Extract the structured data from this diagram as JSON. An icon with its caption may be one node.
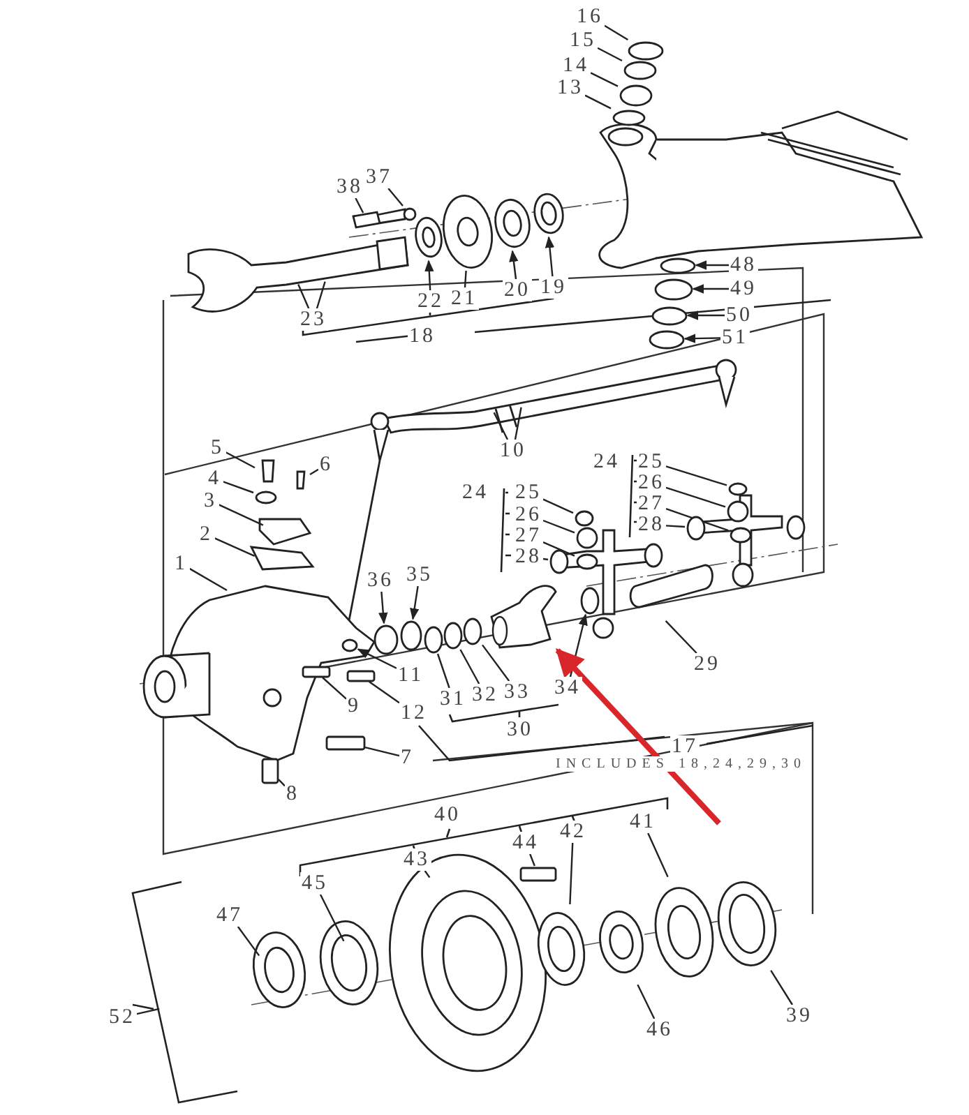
{
  "diagram": {
    "nodes": [
      {
        "text": [
          "16"
        ]
      },
      {
        "text": [
          "15"
        ]
      },
      {
        "text": [
          "14"
        ]
      },
      {
        "text": [
          "13"
        ]
      },
      {
        "text": [
          "38"
        ]
      },
      {
        "text": [
          "37"
        ]
      },
      {
        "text": [
          "22"
        ]
      },
      {
        "text": [
          "21"
        ]
      },
      {
        "text": [
          "20"
        ]
      },
      {
        "text": [
          "19"
        ]
      },
      {
        "text": [
          "23"
        ]
      },
      {
        "text": [
          "18"
        ]
      },
      {
        "text": [
          "48"
        ]
      },
      {
        "text": [
          "49"
        ]
      },
      {
        "text": [
          "50"
        ]
      },
      {
        "text": [
          "51"
        ]
      },
      {
        "text": [
          "10"
        ]
      },
      {
        "text": [
          "5"
        ]
      },
      {
        "text": [
          "6"
        ]
      },
      {
        "text": [
          "4"
        ]
      },
      {
        "text": [
          "3"
        ]
      },
      {
        "text": [
          "2"
        ]
      },
      {
        "text": [
          "1"
        ]
      },
      {
        "text": [
          "24"
        ]
      },
      {
        "text": [
          "25"
        ]
      },
      {
        "text": [
          "26"
        ]
      },
      {
        "text": [
          "27"
        ]
      },
      {
        "text": [
          "28"
        ]
      },
      {
        "text": [
          "24"
        ]
      },
      {
        "text": [
          "25"
        ]
      },
      {
        "text": [
          "26"
        ]
      },
      {
        "text": [
          "27"
        ]
      },
      {
        "text": [
          "28"
        ]
      },
      {
        "text": [
          "36"
        ]
      },
      {
        "text": [
          "35"
        ]
      },
      {
        "text": [
          "11"
        ]
      },
      {
        "text": [
          "9"
        ]
      },
      {
        "text": [
          "12"
        ]
      },
      {
        "text": [
          "31"
        ]
      },
      {
        "text": [
          "32"
        ]
      },
      {
        "text": [
          "33"
        ]
      },
      {
        "text": [
          "34"
        ]
      },
      {
        "text": [
          "30"
        ]
      },
      {
        "text": [
          "29"
        ]
      },
      {
        "text": [
          "7"
        ]
      },
      {
        "text": [
          "17"
        ]
      },
      {
        "text": [
          "8"
        ]
      },
      {
        "text": [
          "40"
        ]
      },
      {
        "text": [
          "43"
        ]
      },
      {
        "text": [
          "44"
        ]
      },
      {
        "text": [
          "42"
        ]
      },
      {
        "text": [
          "41"
        ]
      },
      {
        "text": [
          "45"
        ]
      },
      {
        "text": [
          "47"
        ]
      },
      {
        "text": [
          "52"
        ]
      },
      {
        "text": [
          "46"
        ]
      },
      {
        "text": [
          "39"
        ]
      },
      {
        "text": [],
        "shape": "picture"
      },
      {
        "text": [],
        "shape": "circle"
      },
      {
        "text": [],
        "shape": "circle"
      },
      {
        "text": [],
        "shape": "circle"
      },
      {
        "text": [],
        "shape": "circle"
      },
      {
        "text": [],
        "shape": "circle"
      },
      {
        "text": [],
        "shape": "circle"
      },
      {
        "text": [],
        "shape": "circle"
      },
      {
        "text": [],
        "shape": "circle"
      },
      {
        "text": [],
        "shape": "circle"
      },
      {
        "text": [],
        "shape": "circle"
      },
      {
        "text": [],
        "shape": "circle"
      },
      {
        "text": [],
        "shape": "circle"
      },
      {
        "text": [],
        "shape": "circle"
      },
      {
        "text": [],
        "shape": "circle"
      },
      {
        "text": [],
        "shape": "circle"
      },
      {
        "text": [],
        "shape": "circle"
      },
      {
        "text": [],
        "shape": "circle"
      },
      {
        "text": [],
        "shape": "circle"
      },
      {
        "text": [],
        "shape": "circle"
      },
      {
        "text": [],
        "shape": "circle"
      },
      {
        "text": [],
        "shape": "circle"
      },
      {
        "text": [],
        "shape": "circle"
      },
      {
        "text": [],
        "shape": "circle"
      },
      {
        "text": [],
        "shape": "circle"
      },
      {
        "text": [],
        "shape": "circle"
      },
      {
        "text": [],
        "shape": "bar"
      },
      {
        "text": [],
        "shape": "bar"
      },
      {
        "text": [],
        "shape": "bar"
      },
      {
        "text": [],
        "shape": "bar"
      },
      {
        "text": [],
        "shape": "bar"
      }
    ],
    "edges": [
      {
        "from": 0,
        "to": 58,
        "arrow": "none"
      },
      {
        "from": 1,
        "to": 59,
        "arrow": "none"
      },
      {
        "from": 2,
        "to": 60,
        "arrow": "none"
      },
      {
        "from": 3,
        "to": 61,
        "arrow": "none"
      },
      {
        "from": 4,
        "to": null,
        "arrow": "none"
      },
      {
        "from": 5,
        "to": 62,
        "arrow": "none"
      },
      {
        "from": 6,
        "to": null,
        "arrow": "to"
      },
      {
        "from": 7,
        "to": null,
        "arrow": "none"
      },
      {
        "from": 8,
        "to": null,
        "arrow": "to"
      },
      {
        "from": 9,
        "to": null,
        "arrow": "to"
      },
      {
        "from": 10,
        "to": null,
        "arrow": "none"
      },
      {
        "from": 10,
        "to": null,
        "arrow": "none"
      },
      {
        "from": 12,
        "to": 72,
        "arrow": "to"
      },
      {
        "from": 13,
        "to": 73,
        "arrow": "to"
      },
      {
        "from": 14,
        "to": 74,
        "arrow": "to"
      },
      {
        "from": 15,
        "to": 75,
        "arrow": "to"
      },
      {
        "from": 16,
        "to": null,
        "arrow": "none"
      },
      {
        "from": 16,
        "to": null,
        "arrow": "none"
      },
      {
        "from": 17,
        "to": null,
        "arrow": "none"
      },
      {
        "from": 18,
        "to": null,
        "arrow": "none"
      },
      {
        "from": 19,
        "to": 63,
        "arrow": "none"
      },
      {
        "from": 20,
        "to": null,
        "arrow": "none"
      },
      {
        "from": 21,
        "to": null,
        "arrow": "none"
      },
      {
        "from": 22,
        "to": null,
        "arrow": "none"
      },
      {
        "from": 24,
        "to": 64,
        "arrow": "none"
      },
      {
        "from": 25,
        "to": 65,
        "arrow": "none"
      },
      {
        "from": 26,
        "to": 66,
        "arrow": "none"
      },
      {
        "from": 27,
        "to": 67,
        "arrow": "none"
      },
      {
        "from": 29,
        "to": 68,
        "arrow": "none"
      },
      {
        "from": 30,
        "to": 69,
        "arrow": "none"
      },
      {
        "from": 31,
        "to": 70,
        "arrow": "none"
      },
      {
        "from": 32,
        "to": 71,
        "arrow": "none"
      },
      {
        "from": 33,
        "to": 76,
        "arrow": "to"
      },
      {
        "from": 34,
        "to": 77,
        "arrow": "to"
      },
      {
        "from": 35,
        "to": 78,
        "arrow": "to"
      },
      {
        "from": 36,
        "to": 83,
        "arrow": "none"
      },
      {
        "from": 37,
        "to": 84,
        "arrow": "none"
      },
      {
        "from": 38,
        "to": 79,
        "arrow": "none"
      },
      {
        "from": 39,
        "to": 80,
        "arrow": "none"
      },
      {
        "from": 40,
        "to": 81,
        "arrow": "none"
      },
      {
        "from": 41,
        "to": 82,
        "arrow": "to"
      },
      {
        "from": 43,
        "to": null,
        "arrow": "none"
      },
      {
        "from": 44,
        "to": 85,
        "arrow": "none"
      },
      {
        "from": 46,
        "to": 86,
        "arrow": "none"
      },
      {
        "from": 48,
        "to": null,
        "arrow": "none"
      },
      {
        "from": 49,
        "to": 87,
        "arrow": "none"
      },
      {
        "from": 50,
        "to": null,
        "arrow": "none"
      },
      {
        "from": 51,
        "to": null,
        "arrow": "none"
      },
      {
        "from": 52,
        "to": null,
        "arrow": "none"
      },
      {
        "from": 53,
        "to": null,
        "arrow": "none"
      },
      {
        "from": 54,
        "to": null,
        "arrow": "none"
      },
      {
        "from": 55,
        "to": null,
        "arrow": "none"
      },
      {
        "from": 56,
        "to": null,
        "arrow": "none"
      },
      {
        "from": null,
        "to": 57,
        "arrow": "to",
        "style": "thick",
        "color": "#d8262a"
      }
    ],
    "labels": [
      "INCLUDES 18,24,29,30"
    ]
  }
}
